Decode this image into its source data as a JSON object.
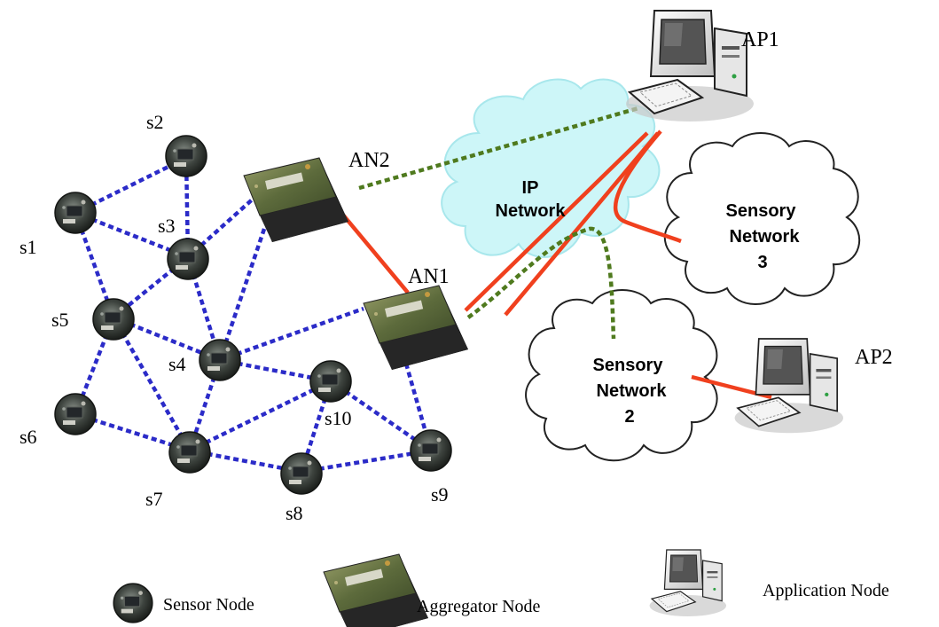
{
  "sensor_nodes": [
    "s1",
    "s2",
    "s3",
    "s4",
    "s5",
    "s6",
    "s7",
    "s8",
    "s9",
    "s10"
  ],
  "aggregator_nodes": [
    "AN1",
    "AN2"
  ],
  "application_nodes": [
    "AP1",
    "AP2"
  ],
  "clouds": {
    "ip": {
      "line1": "IP",
      "line2": "Network"
    },
    "sensory2": {
      "line1": "Sensory",
      "line2": "Network",
      "line3": "2"
    },
    "sensory3": {
      "line1": "Sensory",
      "line2": "Network",
      "line3": "3"
    }
  },
  "legend": {
    "sensor": "Sensor Node",
    "aggregator": "Aggregator Node",
    "application": "Application Node"
  },
  "colors": {
    "wireless_link": "#2b2bc8",
    "wired_link": "#f0401e",
    "logical_link": "#4f7a1e",
    "ip_cloud_fill": "#cdf6f8",
    "cloud_fill": "#ffffff",
    "cloud_stroke": "#222222"
  }
}
